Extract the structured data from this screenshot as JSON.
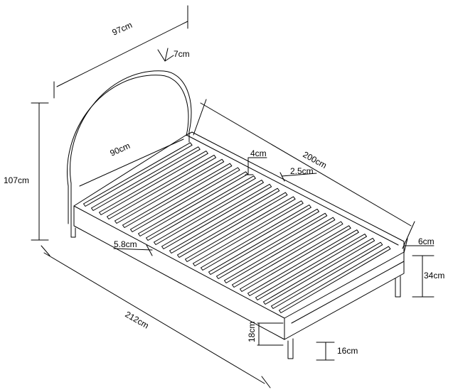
{
  "diagram": {
    "title": "",
    "dimensions": {
      "headboard_width": "97cm",
      "headboard_thickness": "7cm",
      "total_height": "107cm",
      "inner_width": "90cm",
      "inner_length": "200cm",
      "slat_height": "4cm",
      "slat_thickness": "2.5cm",
      "slat_width": "5.8cm",
      "frame_side_thickness": "6cm",
      "frame_height": "34cm",
      "total_length": "212cm",
      "rail_height": "18cm",
      "leg_height": "16cm"
    }
  }
}
